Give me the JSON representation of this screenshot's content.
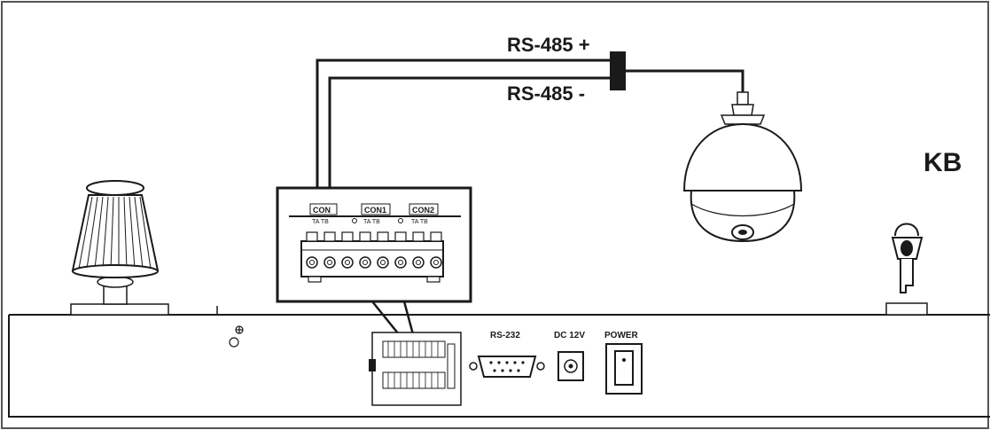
{
  "labels": {
    "rs485_plus": "RS-485 +",
    "rs485_minus": "RS-485 -",
    "device": "KB",
    "port_rs232": "RS-232",
    "port_dc": "DC 12V",
    "port_power": "POWER",
    "con0": "CON",
    "con1": "CON1",
    "con2": "CON2",
    "con0_pins": "TA  TB",
    "con1_pins": "TA  TB",
    "con2_pins": "TA  TB"
  },
  "colors": {
    "ink": "#1a1a1a",
    "background": "#ffffff"
  }
}
